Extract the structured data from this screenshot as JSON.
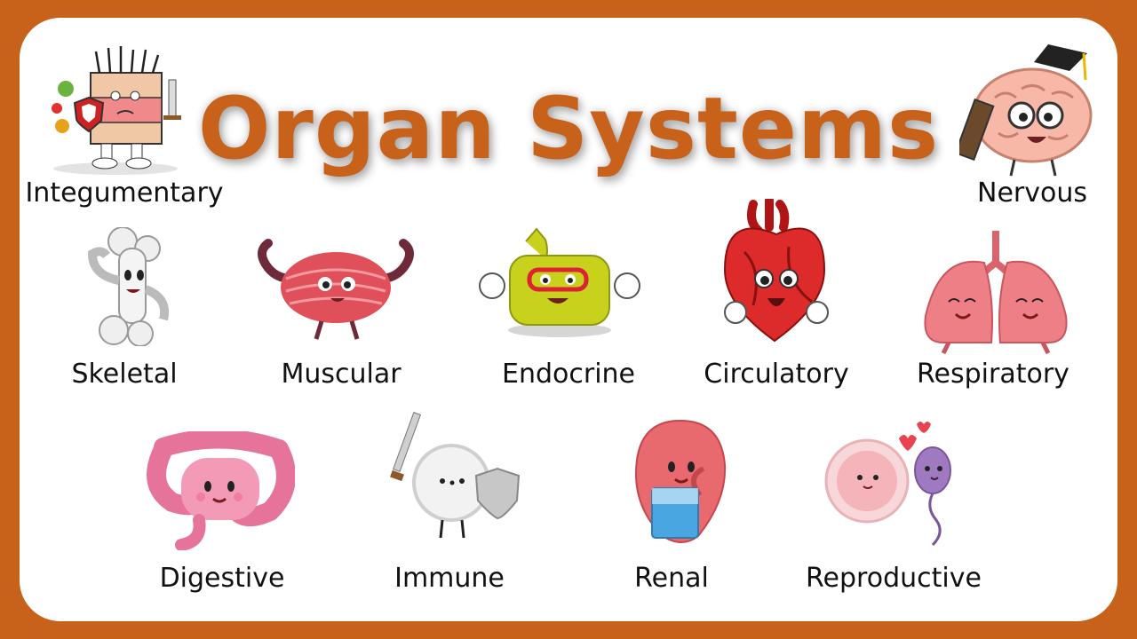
{
  "title": "Organ Systems",
  "colors": {
    "frame": "#c8611a",
    "background": "#ffffff",
    "title": "#c8611a"
  },
  "systems": [
    {
      "label": "Integumentary",
      "icon": "skin-icon"
    },
    {
      "label": "Nervous",
      "icon": "brain-icon"
    },
    {
      "label": "Skeletal",
      "icon": "bone-icon"
    },
    {
      "label": "Muscular",
      "icon": "muscle-icon"
    },
    {
      "label": "Endocrine",
      "icon": "gland-icon"
    },
    {
      "label": "Circulatory",
      "icon": "heart-icon"
    },
    {
      "label": "Respiratory",
      "icon": "lungs-icon"
    },
    {
      "label": "Digestive",
      "icon": "intestine-icon"
    },
    {
      "label": "Immune",
      "icon": "immune-cell-icon"
    },
    {
      "label": "Renal",
      "icon": "kidney-icon"
    },
    {
      "label": "Reproductive",
      "icon": "egg-sperm-icon"
    }
  ]
}
